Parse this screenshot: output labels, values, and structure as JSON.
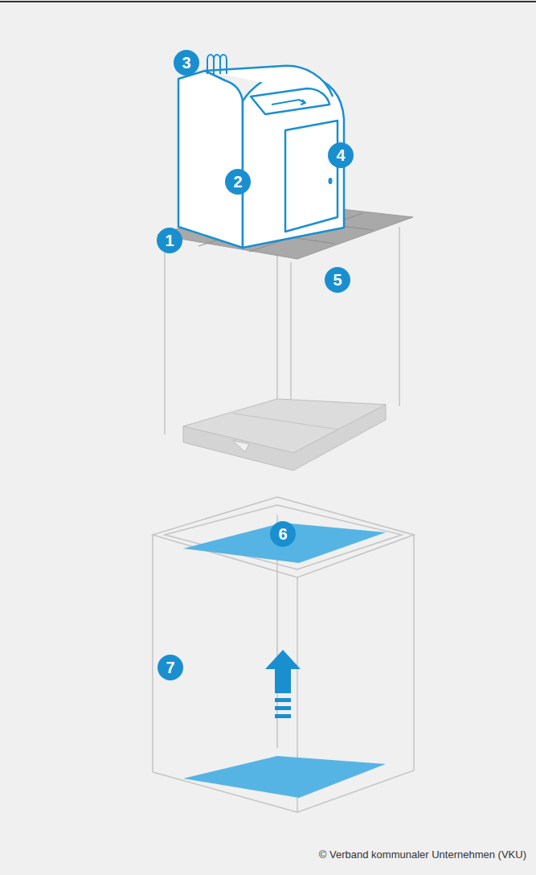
{
  "diagram": {
    "labels": [
      "1",
      "2",
      "3",
      "4",
      "5",
      "6",
      "7",
      "© Verband kommunaler Unternehmen (VKU)"
    ]
  }
}
